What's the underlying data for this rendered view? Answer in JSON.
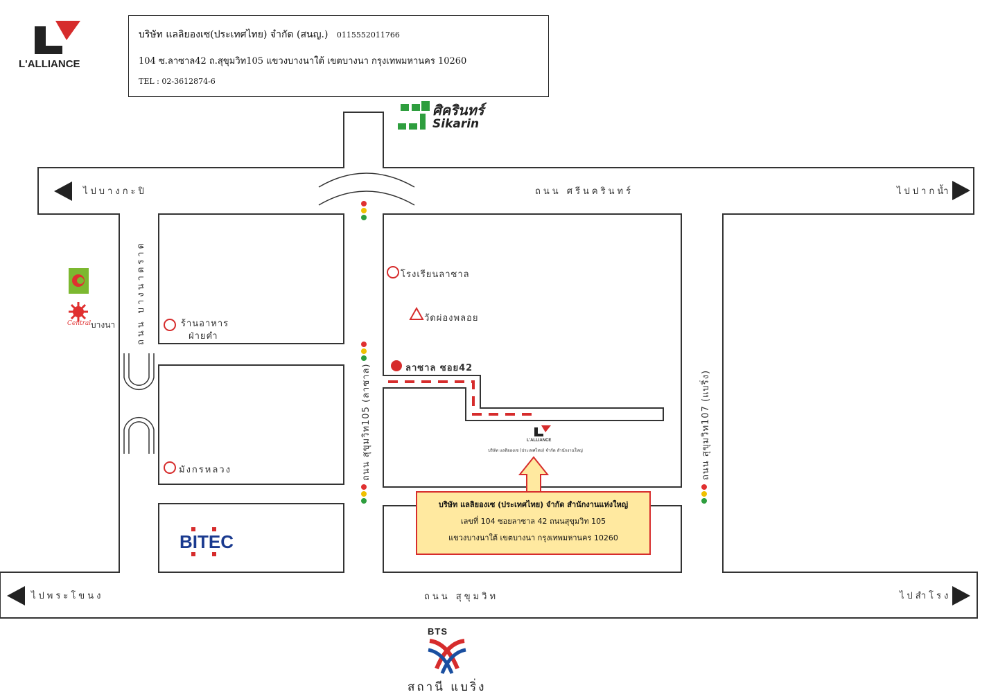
{
  "header": {
    "logo_text": "L'ALLIANCE",
    "company_line": "บริษัท แลลิยองเซ(ประเทศไทย) จำกัด (สนญ.)",
    "company_tax_id": "0115552011766",
    "address_line": "104 ซ.ลาซาล42 ถ.สุขุมวิท105 แขวงบางนาใต้ เขตบางนา กรุงเทพมหานคร 10260",
    "tel_line": "TEL : 02-3612874-6"
  },
  "landmarks": {
    "sikarin_thai": "ศิครินทร์",
    "sikarin_en": "Sikarin",
    "lasalle_school": "โรงเรียนลาซาล",
    "wat_phong_phloi": "วัดผ่องพลอย",
    "restaurant_line1": "ร้านอาหาร",
    "restaurant_line2": "ฝ่ายคำ",
    "mangkorn_luang": "มังกรหลวง",
    "bitec": "BITEC",
    "lasalle_soi42": "ลาซาล ซอย42",
    "central_bangna": "บางนา",
    "central_logo": "Central",
    "bts_logo": "BTS",
    "bts_station": "สถานี แบริ่ง"
  },
  "roads": {
    "srinakarin": "ถนน ศรีนครินทร์",
    "sukhumvit": "ถนน สุขุมวิท",
    "bangna_trad": "ถนน บางนาตราด",
    "sukhumvit105": "ถนน สุขุมวิท105 (ลาซาล)",
    "sukhumvit107": "ถนน สุขุมวิท107 (แบริ่ง)"
  },
  "directions": {
    "to_bangkapi": "ไปบางกะปิ",
    "to_paknam": "ไปปากน้ำ",
    "to_phrakhanong": "ไปพระโขนง",
    "to_samrong": "ไปสำโรง"
  },
  "destination": {
    "small_logo_text": "L'ALLIANCE",
    "small_caption": "บริษัท แลลิยองเซ (ประเทศไทย) จำกัด สำนักงานใหญ่",
    "callout_line1": "บริษัท แลลิยองเซ (ประเทศไทย) จำกัด  สำนักงานแห่งใหญ่",
    "callout_line2": "เลขที่ 104  ซอยลาซาล 42 ถนนสุขุมวิท 105",
    "callout_line3": "แขวงบางนาใต้  เขตบางนา  กรุงเทพมหานคร  10260"
  },
  "colors": {
    "route": "#d62c2c",
    "brand_red": "#d62c2c",
    "sikarin_green": "#2e9e3e",
    "callout_fill": "#ffe9a0",
    "road_outline": "#333333"
  }
}
